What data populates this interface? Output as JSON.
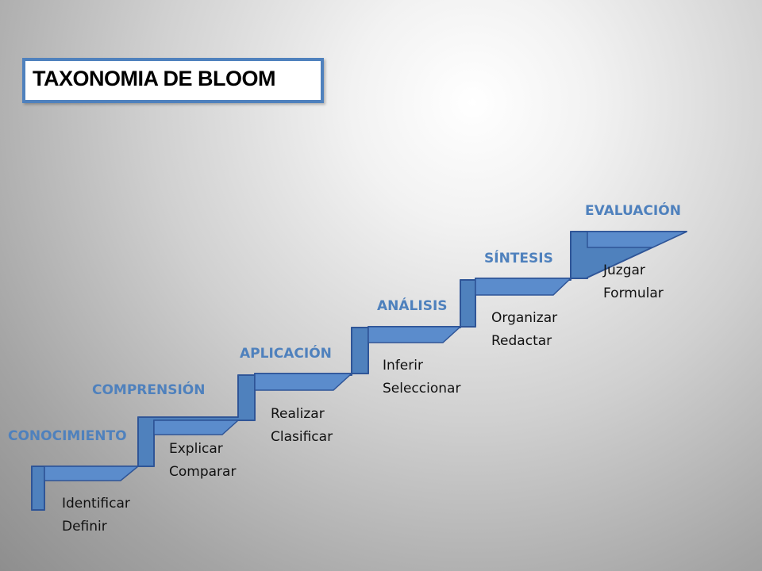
{
  "title": "TAXONOMIA DE BLOOM",
  "colors": {
    "stair_face": "#4f81bd",
    "stair_edge": "#2f5597",
    "label": "#4f81bd"
  },
  "levels": [
    {
      "name": "CONOCIMIENTO",
      "verbs": [
        "Identificar",
        "Definir"
      ]
    },
    {
      "name": "COMPRENSIÓN",
      "verbs": [
        "Explicar",
        "Comparar"
      ]
    },
    {
      "name": "APLICACIÓN",
      "verbs": [
        "Realizar",
        "Clasificar"
      ]
    },
    {
      "name": "ANÁLISIS",
      "verbs": [
        "Inferir",
        "Seleccionar"
      ]
    },
    {
      "name": "SÍNTESIS",
      "verbs": [
        "Organizar",
        "Redactar"
      ]
    },
    {
      "name": "EVALUACIÓN",
      "verbs": [
        "Juzgar",
        "Formular"
      ]
    }
  ]
}
